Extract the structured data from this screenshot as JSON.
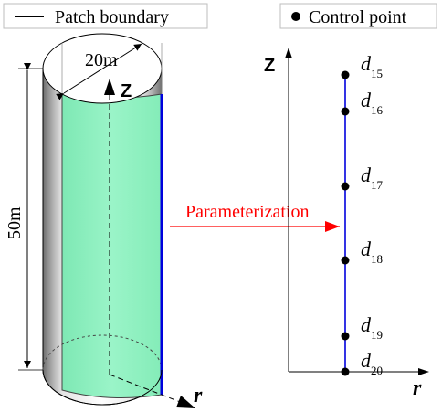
{
  "legend_left": {
    "label": "Patch boundary"
  },
  "legend_right": {
    "label": "Control point"
  },
  "cylinder": {
    "diameter_label": "20m",
    "height_label": "50m",
    "z_axis_label": "Z",
    "r_axis_label": "r"
  },
  "arrow": {
    "label": "Parameterization"
  },
  "param_plot": {
    "z_axis_label": "Z",
    "r_axis_label": "r",
    "control_points": [
      {
        "label": "d",
        "sub": "15",
        "z": 15
      },
      {
        "label": "d",
        "sub": "16",
        "z": 16
      },
      {
        "label": "d",
        "sub": "17",
        "z": 17
      },
      {
        "label": "d",
        "sub": "18",
        "z": 18
      },
      {
        "label": "d",
        "sub": "19",
        "z": 19
      },
      {
        "label": "d",
        "sub": "20",
        "z": 20
      }
    ]
  },
  "colors": {
    "patch_fill": "#8ff0c0",
    "boundary_blue": "#0000dd",
    "arrow_red": "#ff0000",
    "cylinder_gray": "#9a9a9a"
  }
}
